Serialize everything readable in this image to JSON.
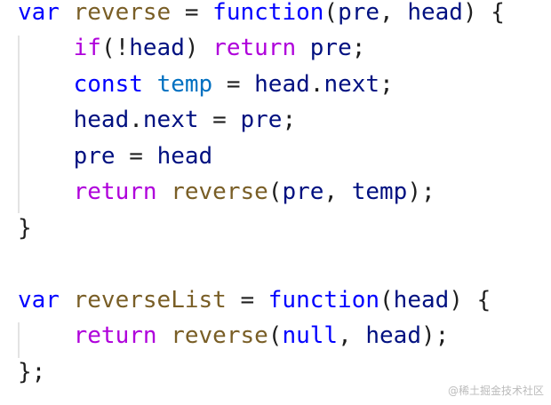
{
  "colors": {
    "keyword": "#0000ff",
    "control": "#af00db",
    "function_name": "#795e26",
    "variable": "#001080",
    "const_name": "#0070c1",
    "text": "#1f1f1f",
    "indent_guide": "#e3e3e3"
  },
  "code_lines": [
    [
      {
        "text": "var",
        "role": "keyword"
      },
      {
        "text": " ",
        "role": "text"
      },
      {
        "text": "reverse",
        "role": "function_name"
      },
      {
        "text": " = ",
        "role": "text"
      },
      {
        "text": "function",
        "role": "keyword"
      },
      {
        "text": "(",
        "role": "text"
      },
      {
        "text": "pre",
        "role": "variable"
      },
      {
        "text": ", ",
        "role": "text"
      },
      {
        "text": "head",
        "role": "variable"
      },
      {
        "text": ") {",
        "role": "text"
      }
    ],
    [
      {
        "text": "    ",
        "role": "text"
      },
      {
        "text": "if",
        "role": "control"
      },
      {
        "text": "(!",
        "role": "text"
      },
      {
        "text": "head",
        "role": "variable"
      },
      {
        "text": ") ",
        "role": "text"
      },
      {
        "text": "return",
        "role": "control"
      },
      {
        "text": " ",
        "role": "text"
      },
      {
        "text": "pre",
        "role": "variable"
      },
      {
        "text": ";",
        "role": "text"
      }
    ],
    [
      {
        "text": "    ",
        "role": "text"
      },
      {
        "text": "const",
        "role": "keyword"
      },
      {
        "text": " ",
        "role": "text"
      },
      {
        "text": "temp",
        "role": "const_name"
      },
      {
        "text": " = ",
        "role": "text"
      },
      {
        "text": "head",
        "role": "variable"
      },
      {
        "text": ".",
        "role": "text"
      },
      {
        "text": "next",
        "role": "variable"
      },
      {
        "text": ";",
        "role": "text"
      }
    ],
    [
      {
        "text": "    ",
        "role": "text"
      },
      {
        "text": "head",
        "role": "variable"
      },
      {
        "text": ".",
        "role": "text"
      },
      {
        "text": "next",
        "role": "variable"
      },
      {
        "text": " = ",
        "role": "text"
      },
      {
        "text": "pre",
        "role": "variable"
      },
      {
        "text": ";",
        "role": "text"
      }
    ],
    [
      {
        "text": "    ",
        "role": "text"
      },
      {
        "text": "pre",
        "role": "variable"
      },
      {
        "text": " = ",
        "role": "text"
      },
      {
        "text": "head",
        "role": "variable"
      }
    ],
    [
      {
        "text": "    ",
        "role": "text"
      },
      {
        "text": "return",
        "role": "control"
      },
      {
        "text": " ",
        "role": "text"
      },
      {
        "text": "reverse",
        "role": "function_name"
      },
      {
        "text": "(",
        "role": "text"
      },
      {
        "text": "pre",
        "role": "variable"
      },
      {
        "text": ", ",
        "role": "text"
      },
      {
        "text": "temp",
        "role": "variable"
      },
      {
        "text": ");",
        "role": "text"
      }
    ],
    [
      {
        "text": "}",
        "role": "text"
      }
    ],
    [],
    [
      {
        "text": "var",
        "role": "keyword"
      },
      {
        "text": " ",
        "role": "text"
      },
      {
        "text": "reverseList",
        "role": "function_name"
      },
      {
        "text": " = ",
        "role": "text"
      },
      {
        "text": "function",
        "role": "keyword"
      },
      {
        "text": "(",
        "role": "text"
      },
      {
        "text": "head",
        "role": "variable"
      },
      {
        "text": ") {",
        "role": "text"
      }
    ],
    [
      {
        "text": "    ",
        "role": "text"
      },
      {
        "text": "return",
        "role": "control"
      },
      {
        "text": " ",
        "role": "text"
      },
      {
        "text": "reverse",
        "role": "function_name"
      },
      {
        "text": "(",
        "role": "text"
      },
      {
        "text": "null",
        "role": "keyword"
      },
      {
        "text": ", ",
        "role": "text"
      },
      {
        "text": "head",
        "role": "variable"
      },
      {
        "text": ");",
        "role": "text"
      }
    ],
    [
      {
        "text": "};",
        "role": "text"
      }
    ]
  ],
  "watermark": "@稀土掘金技术社区"
}
